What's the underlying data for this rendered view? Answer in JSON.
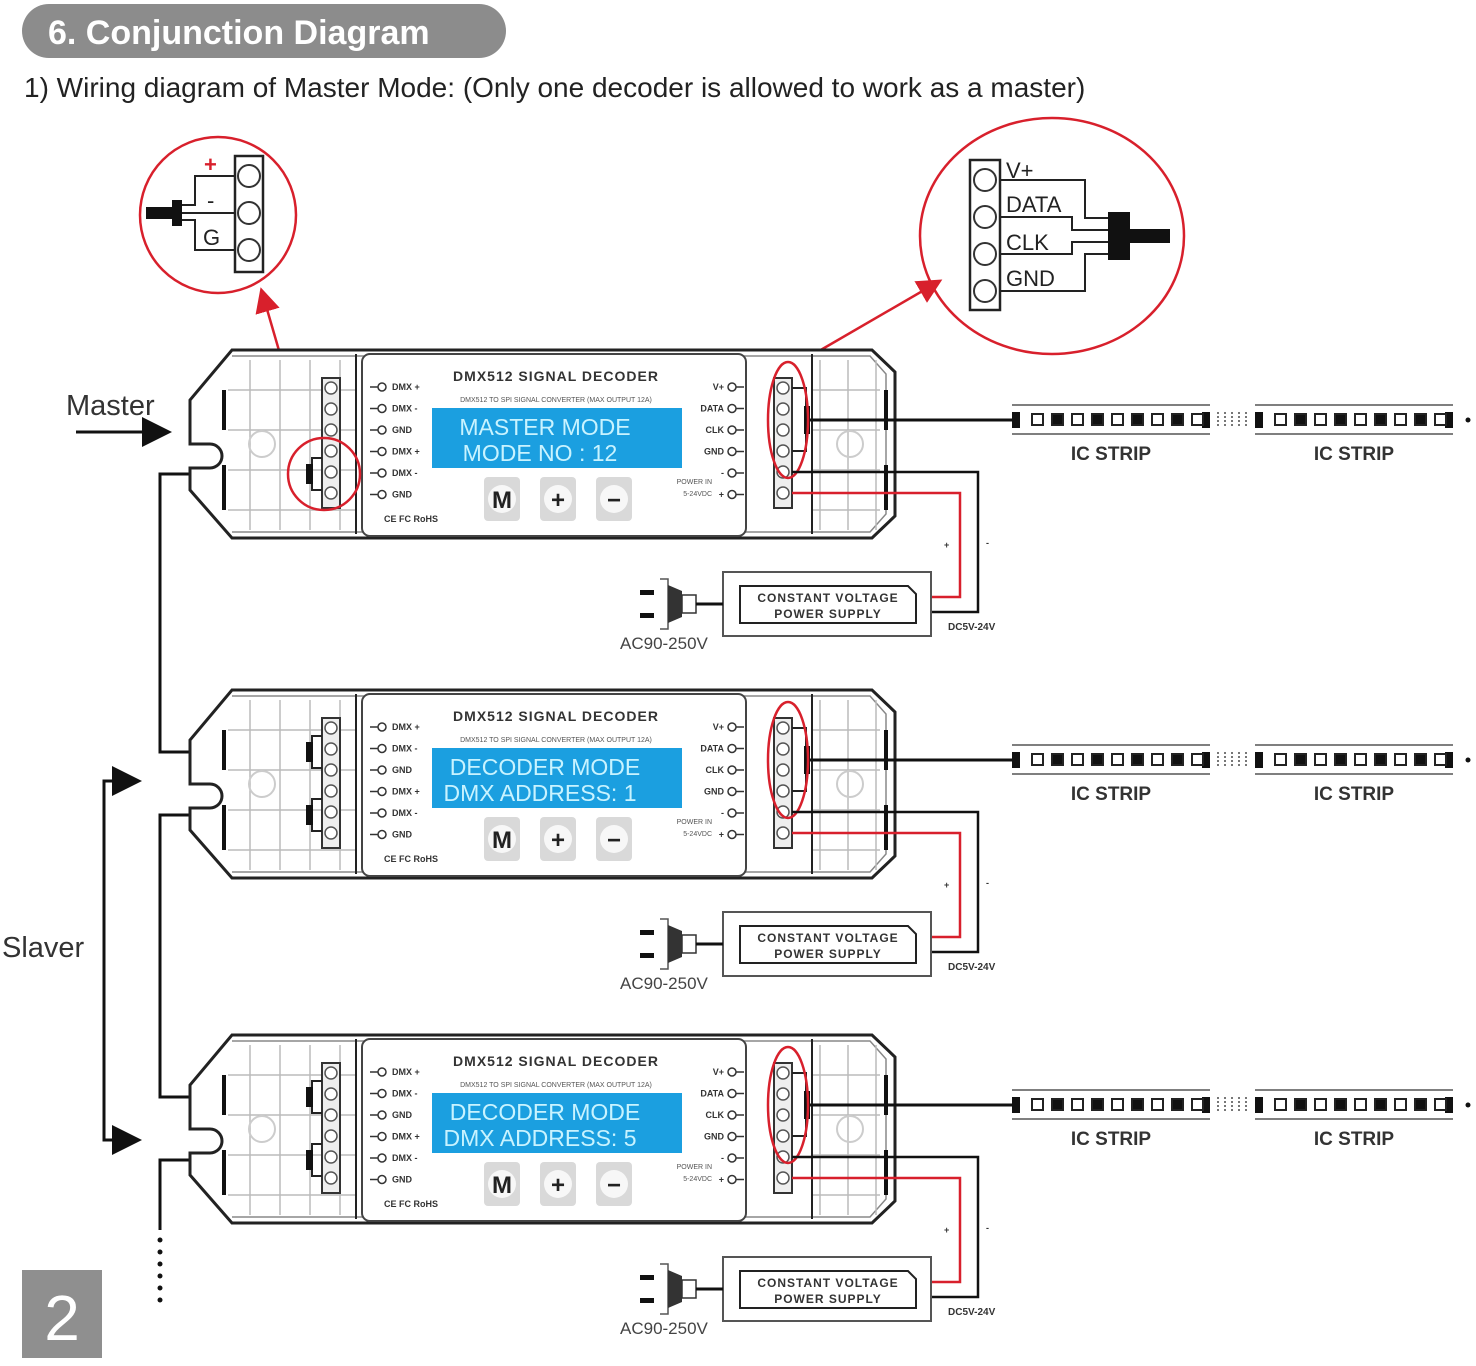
{
  "header": {
    "section_title": "6. Conjunction Diagram",
    "subtitle": "1) Wiring diagram of Master Mode: (Only one decoder is allowed to work as a master)"
  },
  "labels": {
    "master": "Master",
    "slaver": "Slaver",
    "page_number": "2"
  },
  "callouts": {
    "power_input": {
      "terminals": [
        "+",
        "-",
        "G"
      ]
    },
    "signal_output": {
      "terminals": [
        "V+",
        "DATA",
        "CLK",
        "GND"
      ]
    }
  },
  "decoder_common": {
    "title": "DMX512 SIGNAL DECODER",
    "subtitle": "DMX512 TO SPI SIGNAL CONVERTER   (MAX OUTPUT 12A)",
    "left_pins": [
      "DMX +",
      "DMX -",
      "GND",
      "DMX +",
      "DMX -",
      "GND"
    ],
    "right_pins": [
      "V+",
      "DATA",
      "CLK",
      "GND",
      "-",
      "+"
    ],
    "power_in_label": "POWER IN",
    "power_in_range": "5-24VDC",
    "buttons": [
      "M",
      "+",
      "−"
    ],
    "certifications": "CE FC RoHS",
    "lcd_color": "#1b9fe0"
  },
  "decoders": [
    {
      "role": "master",
      "lcd_line1": "MASTER   MODE",
      "lcd_line2": "MODE NO  :  12"
    },
    {
      "role": "slaver",
      "lcd_line1": "DECODER   MODE",
      "lcd_line2": "DMX ADDRESS:   1"
    },
    {
      "role": "slaver",
      "lcd_line1": "DECODER   MODE",
      "lcd_line2": "DMX ADDRESS:   5"
    }
  ],
  "strip": {
    "label_left": "IC STRIP",
    "label_right": "IC STRIP"
  },
  "power_supply": {
    "line1": "CONSTANT VOLTAGE",
    "line2": "POWER SUPPLY",
    "ac_label": "AC90-250V",
    "dc_label": "DC5V-24V",
    "plus": "+",
    "minus": "-"
  },
  "colors": {
    "accent_red": "#d8202c",
    "wire": "#111111",
    "pill_gray": "#8c8c8c"
  }
}
